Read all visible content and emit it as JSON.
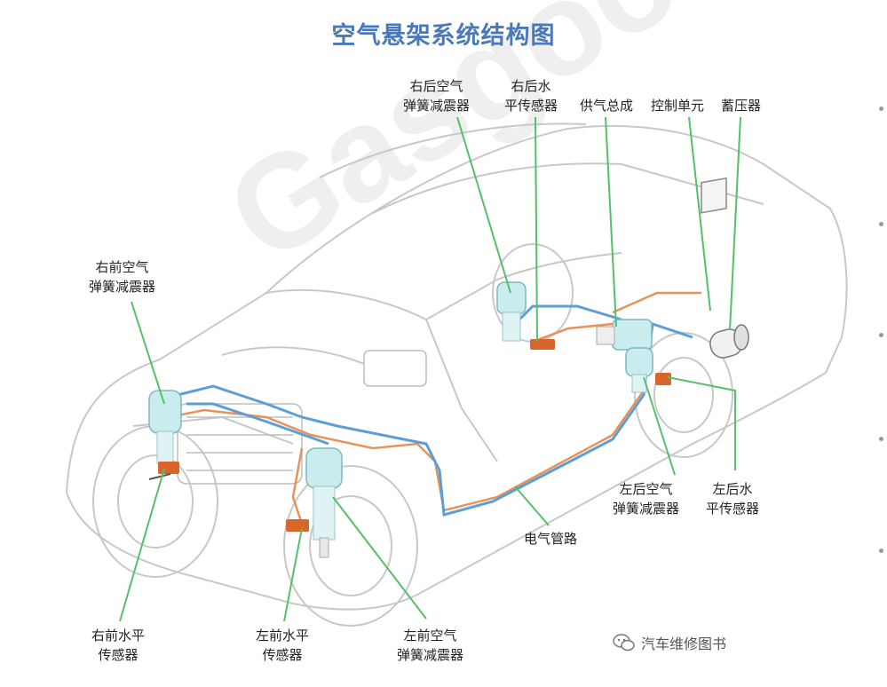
{
  "title": "空气悬架系统结构图",
  "watermark": "Gasgoo 盖世汽车",
  "credit": "汽车维修图书",
  "colors": {
    "title": "#4a78b8",
    "leader": "#55c06a",
    "air_line": "#5a9fd8",
    "elec_line": "#e8925a",
    "sensor": "#d9652a",
    "strut": "#c9ecef",
    "outline": "#c8c8c8"
  },
  "labels": {
    "rr_strut": "右后空气\n弹簧减震器",
    "rr_sensor": "右后水\n平传感器",
    "supply": "供气总成",
    "control": "控制单元",
    "accumulator": "蓄压器",
    "fr_strut": "右前空气\n弹簧减震器",
    "rl_strut": "左后空气\n弹簧减震器",
    "rl_sensor": "左后水\n平传感器",
    "pipe": "电气管路",
    "fr_sensor": "右前水平\n传感器",
    "fl_sensor": "左前水平\n传感器",
    "fl_strut": "左前空气\n弹簧减震器"
  }
}
